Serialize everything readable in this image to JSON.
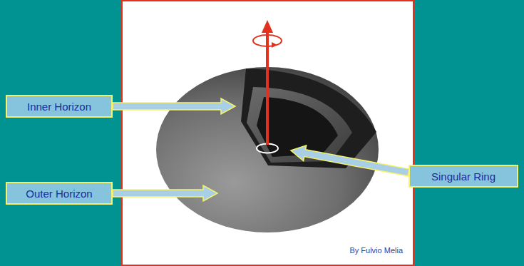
{
  "diagram": {
    "nodes": [
      {
        "text": [
          "Inner Horizon"
        ]
      },
      {
        "text": [
          "Outer Horizon"
        ]
      },
      {
        "text": [
          "Singular Ring"
        ]
      }
    ],
    "labels": [
      "By Fulvio Melia"
    ]
  }
}
